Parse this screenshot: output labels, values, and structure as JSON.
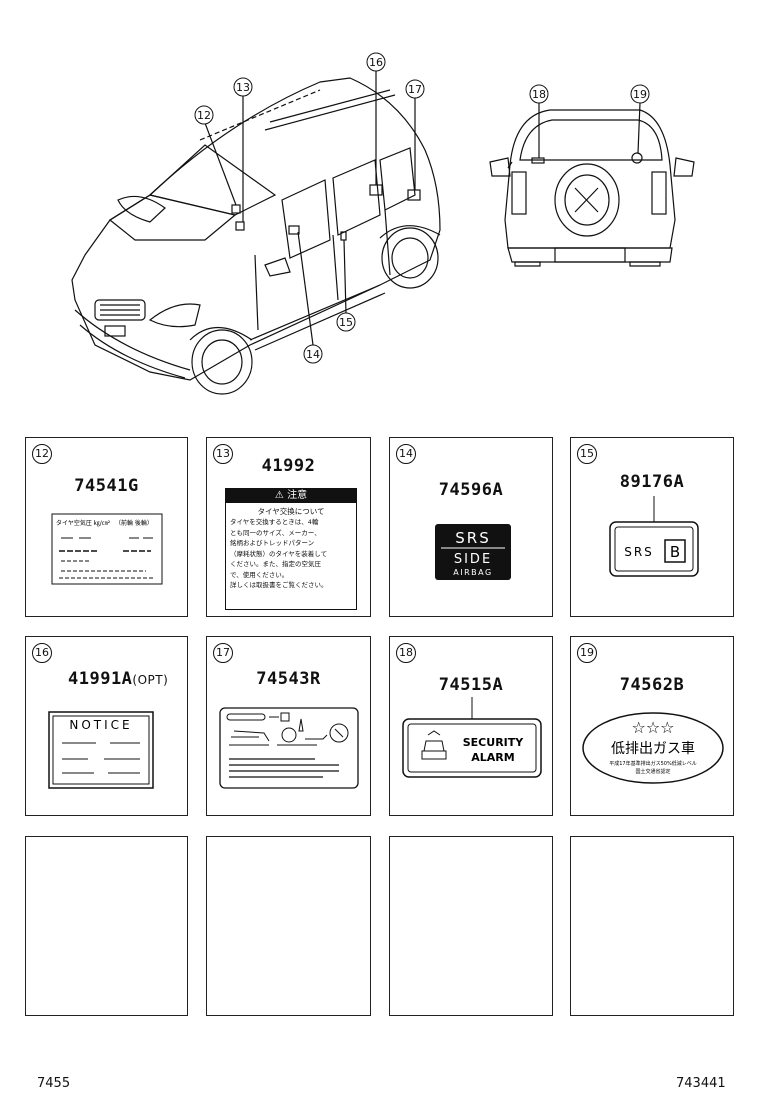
{
  "callouts": {
    "n12": "12",
    "n13": "13",
    "n14": "14",
    "n15": "15",
    "n16": "16",
    "n17": "17",
    "n18": "18",
    "n19": "19"
  },
  "panels": [
    {
      "id": "12",
      "part": "74541G",
      "opt": "",
      "label_text": {
        "line1": "タイヤ空気圧 ㎏/㎝²",
        "line2": "（前輪  後輪）"
      }
    },
    {
      "id": "13",
      "part": "41992",
      "opt": "",
      "label_text": {
        "header": "⚠ 注意",
        "title": "タイヤ交換について",
        "lines": [
          "タイヤを交換するときは、4輪",
          "とも同一のサイズ、メーカー、",
          "銘柄およびトレッドパターン",
          "（摩耗状態）のタイヤを装着して",
          "ください。また、指定の空気圧",
          "で、使用ください。",
          "詳しくは取扱書をご覧ください。"
        ]
      }
    },
    {
      "id": "14",
      "part": "74596A",
      "opt": "",
      "label_text": {
        "l1": "SRS",
        "l2": "SIDE",
        "l3": "AIRBAG"
      }
    },
    {
      "id": "15",
      "part": "89176A",
      "opt": "",
      "label_text": {
        "l1": "SRS",
        "l2": "B"
      }
    },
    {
      "id": "16",
      "part": "41991A",
      "opt": "(OPT)",
      "label_text": {
        "l1": "NOTICE"
      }
    },
    {
      "id": "17",
      "part": "74543R",
      "opt": "",
      "label_text": {}
    },
    {
      "id": "18",
      "part": "74515A",
      "opt": "",
      "label_text": {
        "l1": "SECURITY",
        "l2": "ALARM"
      }
    },
    {
      "id": "19",
      "part": "74562B",
      "opt": "",
      "label_text": {
        "stars": "☆☆☆",
        "l1": "低排出ガス車",
        "l2": "平成17年基準排出ガス50%低減レベル",
        "l3": "国土交通省認定"
      }
    }
  ],
  "footer": {
    "left": "7455",
    "right": "743441"
  }
}
